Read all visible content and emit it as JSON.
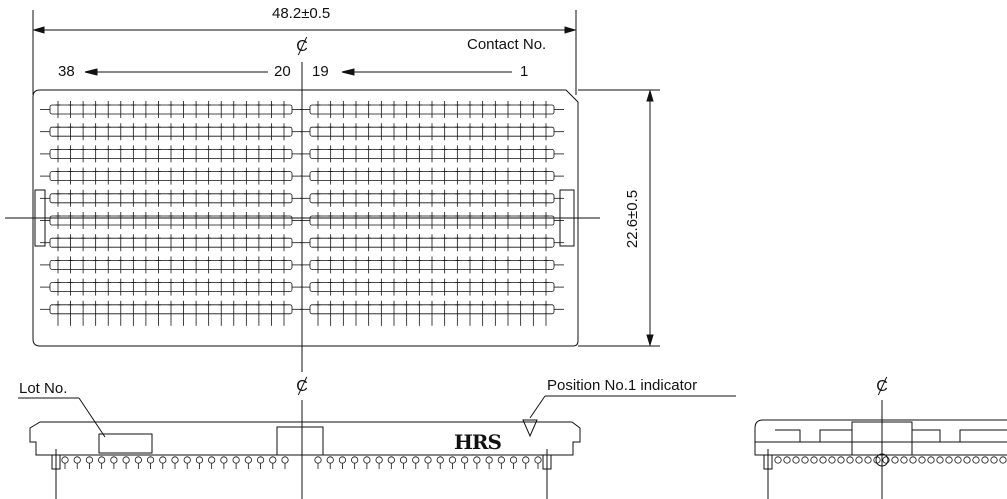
{
  "labels": {
    "overall_width": "48.2±0.5",
    "overall_height": "22.6±0.5",
    "center_symbol": "C",
    "contact_no": "Contact No.",
    "contact_38": "38",
    "contact_20": "20",
    "contact_19": "19",
    "contact_1": "1",
    "lot_no": "Lot No.",
    "position_indicator": "Position No.1 indicator",
    "brand_mark": "HRS"
  },
  "colors": {
    "line": "#111111",
    "background": "#ffffff"
  },
  "drawing": {
    "contact_columns_per_half": 19,
    "contact_rows": 10,
    "views": [
      "top-view",
      "front-view",
      "side-view"
    ]
  }
}
